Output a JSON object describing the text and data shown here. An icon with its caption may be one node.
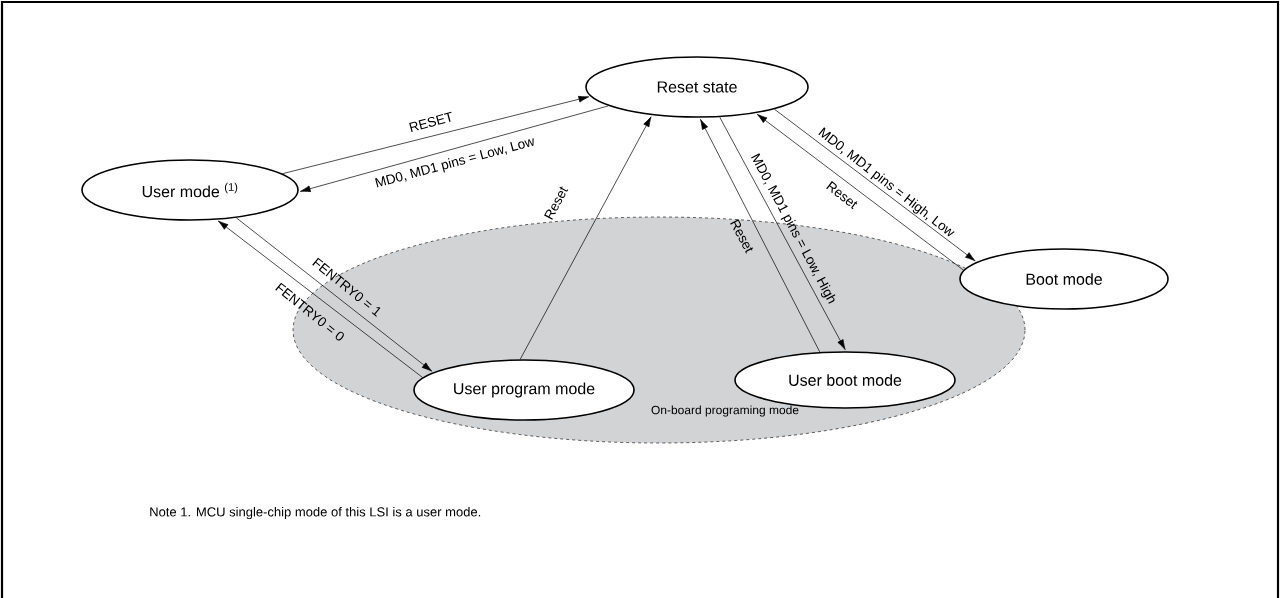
{
  "diagram": {
    "nodes": [
      {
        "text": [
          "Reset state"
        ]
      },
      {
        "text": [
          "User mode $^{(1)}$"
        ]
      },
      {
        "text": [
          "On-board programing mode"
        ]
      },
      {
        "text": [
          "User program mode"
        ],
        "in": 2
      },
      {
        "text": [
          "User boot mode"
        ],
        "in": 2
      },
      {
        "text": [
          "Boot mode"
        ]
      }
    ],
    "edges": [
      {
        "from": 1,
        "to": 0,
        "arrow": "to",
        "label": "RESET"
      },
      {
        "from": 0,
        "to": 1,
        "arrow": "to",
        "label": "MD0, MD1 pins = Low, Low"
      },
      {
        "from": 1,
        "to": 3,
        "arrow": "to",
        "label": "FENTRY0 = 1"
      },
      {
        "from": 3,
        "to": 1,
        "arrow": "to",
        "label": "FENTRY0 = 0"
      },
      {
        "from": 3,
        "to": 0,
        "arrow": "to",
        "label": "Reset"
      },
      {
        "from": 0,
        "to": 4,
        "arrow": "to",
        "label": "MD0, MD1 pins = Low, High"
      },
      {
        "from": 4,
        "to": 0,
        "arrow": "to",
        "label": "Reset"
      },
      {
        "from": 0,
        "to": 5,
        "arrow": "to",
        "label": "MD0, MD1 pins = High, Low"
      },
      {
        "from": 5,
        "to": 0,
        "arrow": "to",
        "label": "Reset"
      }
    ],
    "labels": [
      "Note 1.   MCU single-chip mode of this LSI is a user mode."
    ]
  }
}
